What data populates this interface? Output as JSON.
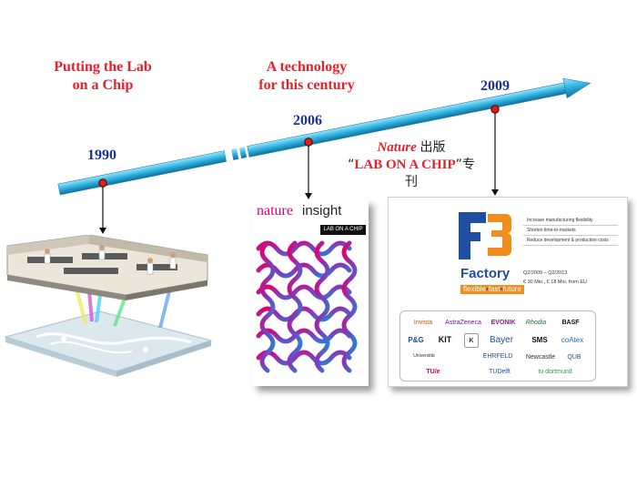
{
  "headline_left": [
    "Putting the Lab",
    "on a Chip"
  ],
  "headline_mid": [
    "A technology",
    "for this century"
  ],
  "timeline": {
    "years": [
      "1990",
      "2006",
      "2009"
    ]
  },
  "nature_note": {
    "nature": "Nature",
    "publish": "出版",
    "quote_open": "“",
    "issue": "LAB ON A CHIP",
    "quote_close": "”",
    "special": "专",
    "special2": "刊"
  },
  "cover": {
    "brand_left": "nature",
    "brand_right": "insight",
    "tag": "LAB ON A CHIP"
  },
  "f3": {
    "logo_mark": "F3",
    "factory": "Factory",
    "slogan": [
      "flexible",
      "fast",
      "future"
    ],
    "bullets": [
      "Increase manufacturing flexibility",
      "Shorten time-to-markets",
      "Reduce development & production costs"
    ],
    "period": "Q2/2009 – Q2/2013",
    "funding": "€ 30 Mio., € 18 Mio. from EU",
    "partners": [
      "Invista",
      "AstraZeneca",
      "EVONIK",
      "Rhodia",
      "BASF",
      "P&G",
      "KIT",
      "K",
      "Bayer",
      "SMS",
      "coAtex",
      "Universität",
      "Newcastle",
      "EHRFELD",
      "QUB",
      "TU/e",
      "TUDelft",
      "tu dortmund"
    ]
  },
  "colors": {
    "accent_red": "#e8202a",
    "year_blue": "#1a2fa8",
    "arrow_cyan": "#35b8e6"
  }
}
